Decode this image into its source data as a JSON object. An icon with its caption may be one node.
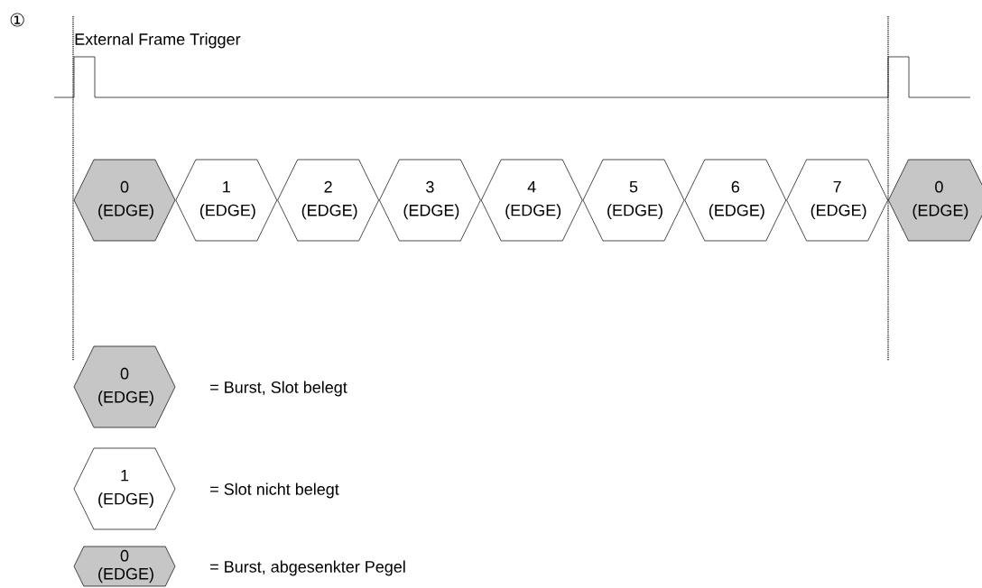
{
  "diagram": {
    "nodes": [
      {
        "text": [
          "0 (EDGE)"
        ]
      },
      {
        "text": [
          "1 (EDGE)"
        ]
      },
      {
        "text": [
          "2 (EDGE)"
        ]
      },
      {
        "text": [
          "3 (EDGE)"
        ]
      },
      {
        "text": [
          "4 (EDGE)"
        ]
      },
      {
        "text": [
          "5 (EDGE)"
        ]
      },
      {
        "text": [
          "6 (EDGE)"
        ]
      },
      {
        "text": [
          "7 (EDGE)"
        ]
      },
      {
        "text": [
          "0 (EDGE)"
        ]
      },
      {
        "text": [
          "0 (EDGE)"
        ],
        "beside": [
          "= Burst, Slot belegt"
        ]
      },
      {
        "text": [
          "1 (EDGE)"
        ],
        "beside": [
          "= Slot nicht belegt"
        ]
      },
      {
        "text": [
          "0 (EDGE)"
        ],
        "beside": [
          "= Burst, abgesenkter Pegel"
        ]
      }
    ],
    "labels": [
      "①",
      "External Frame Trigger"
    ]
  }
}
